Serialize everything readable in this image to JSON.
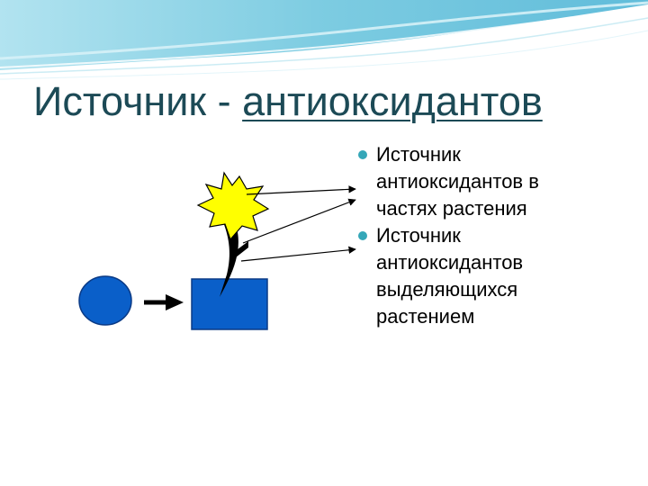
{
  "slide": {
    "title_plain": "Источник - ",
    "title_link": "антиоксидантов",
    "bullets": [
      {
        "text": "Источник\nантиоксидантов в\nчастях растения"
      },
      {
        "text": "Источник\nантиоксидантов\nвыделяющихся\nрастением"
      }
    ]
  },
  "colors": {
    "title": "#1c4a56",
    "bullet": "#35a7b8",
    "header_wave": "#7fd0e4",
    "shape_fill": "#0a5fc9",
    "shape_stroke": "#0a3a86",
    "sun_fill": "#ffff00"
  },
  "icons": [
    "circle-shape",
    "arrow-right-icon",
    "blue-box",
    "plant-stem",
    "sun-burst-icon",
    "bullet-dot-icon"
  ]
}
